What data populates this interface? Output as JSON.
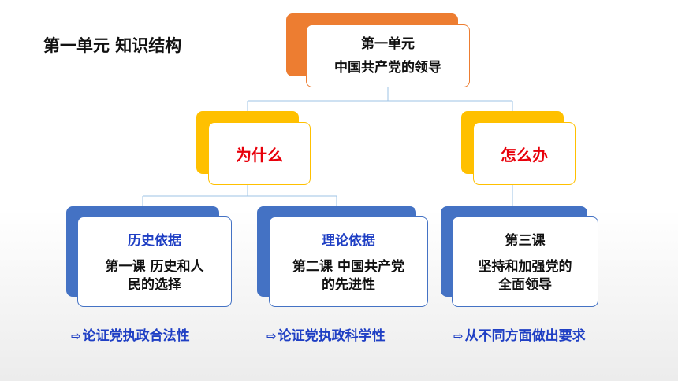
{
  "page_title": "第一单元 知识结构",
  "root": {
    "line1": "第一单元",
    "line2": "中国共产党的领导"
  },
  "branches": [
    {
      "label": "为什么"
    },
    {
      "label": "怎么办"
    }
  ],
  "cards": [
    {
      "title": "历史依据",
      "body": "第一课 历史和人\n民的选择",
      "note": "论证党执政合法性"
    },
    {
      "title": "理论依据",
      "body": "第二课 中国共产党\n的先进性",
      "note": "论证党执政科学性"
    },
    {
      "title": "第三课",
      "body": "坚持和加强党的\n全面领导",
      "note": "从不同方面做出要求"
    }
  ],
  "note_icon": "hollow-right-arrow-icon",
  "colors": {
    "root": "#ed7d31",
    "level2": "#ffc000",
    "level3": "#4472c4",
    "why_how_text": "#e8000b",
    "note_text": "#1f3fc4"
  }
}
